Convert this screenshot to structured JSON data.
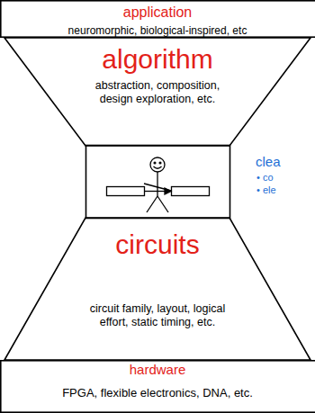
{
  "diagram": {
    "nodes": [
      {
        "text": [
          "application",
          "neuromorphic, biological-inspired, etc"
        ]
      },
      {
        "text": [
          "algorithm",
          "abstraction, composition, design exploration, etc."
        ]
      },
      {
        "text": [
          "circuits",
          "circuit family, layout, logical effort, static timing, etc."
        ]
      },
      {
        "text": [
          "hardware",
          "FPGA, flexible electronics, DNA, etc."
        ]
      }
    ],
    "labels": [
      "clea",
      "• co",
      "• ele"
    ]
  }
}
